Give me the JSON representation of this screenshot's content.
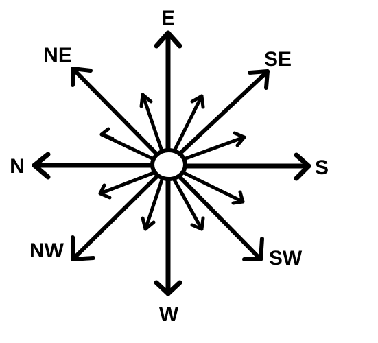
{
  "diagram": {
    "labels": {
      "top": "E",
      "upper_left": "NE",
      "upper_right": "SE",
      "left": "N",
      "right": "S",
      "lower_left": "NW",
      "lower_right": "SW",
      "bottom": "W"
    },
    "colors": {
      "ink": "#000000",
      "background": "#ffffff"
    }
  }
}
